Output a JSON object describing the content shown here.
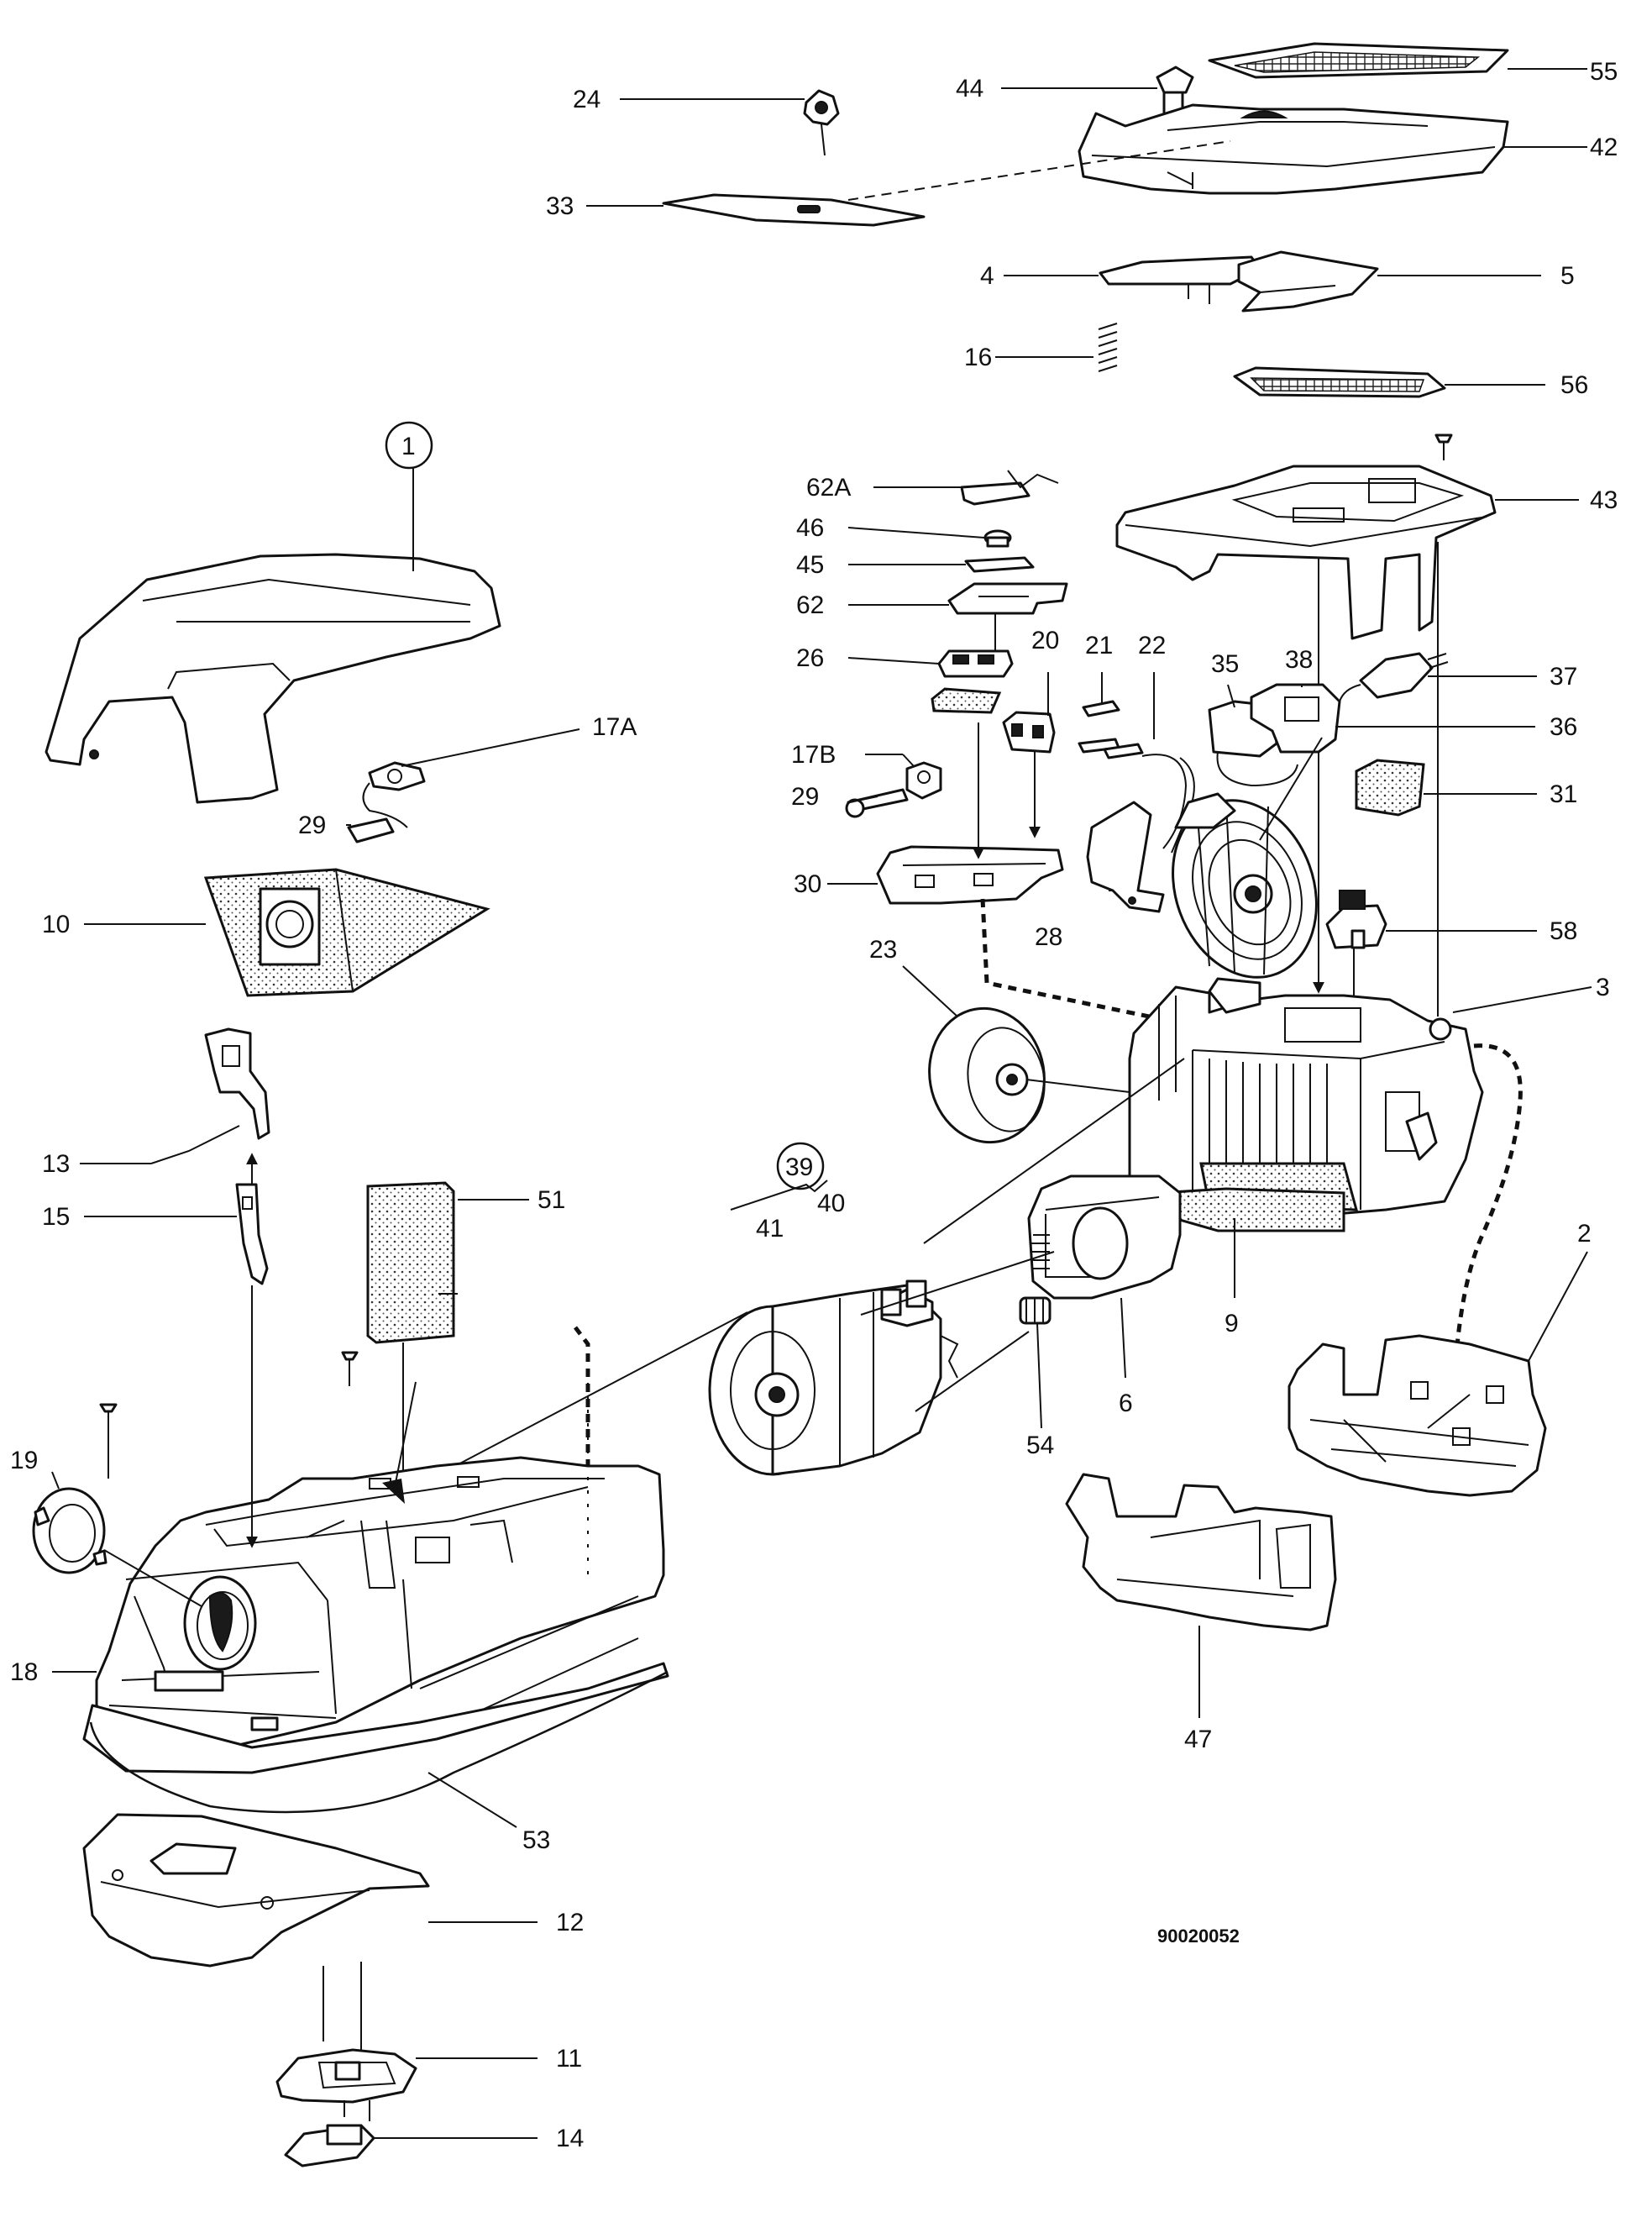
{
  "drawing_code": "90020052",
  "callouts": [
    {
      "id": "24",
      "text": "24"
    },
    {
      "id": "44",
      "text": "44"
    },
    {
      "id": "55",
      "text": "55"
    },
    {
      "id": "42",
      "text": "42"
    },
    {
      "id": "33",
      "text": "33"
    },
    {
      "id": "4",
      "text": "4"
    },
    {
      "id": "5",
      "text": "5"
    },
    {
      "id": "16",
      "text": "16"
    },
    {
      "id": "56",
      "text": "56"
    },
    {
      "id": "1",
      "text": "1"
    },
    {
      "id": "62A",
      "text": "62A"
    },
    {
      "id": "43",
      "text": "43"
    },
    {
      "id": "46",
      "text": "46"
    },
    {
      "id": "45",
      "text": "45"
    },
    {
      "id": "62",
      "text": "62"
    },
    {
      "id": "26",
      "text": "26"
    },
    {
      "id": "20",
      "text": "20"
    },
    {
      "id": "21",
      "text": "21"
    },
    {
      "id": "22",
      "text": "22"
    },
    {
      "id": "35",
      "text": "35"
    },
    {
      "id": "38",
      "text": "38"
    },
    {
      "id": "37",
      "text": "37"
    },
    {
      "id": "17A",
      "text": "17A"
    },
    {
      "id": "36",
      "text": "36"
    },
    {
      "id": "17B",
      "text": "17B"
    },
    {
      "id": "29a",
      "text": "29"
    },
    {
      "id": "29b",
      "text": "29"
    },
    {
      "id": "31",
      "text": "31"
    },
    {
      "id": "10",
      "text": "10"
    },
    {
      "id": "30",
      "text": "30"
    },
    {
      "id": "28",
      "text": "28"
    },
    {
      "id": "58",
      "text": "58"
    },
    {
      "id": "23",
      "text": "23"
    },
    {
      "id": "3",
      "text": "3"
    },
    {
      "id": "13",
      "text": "13"
    },
    {
      "id": "39",
      "text": "39"
    },
    {
      "id": "40",
      "text": "40"
    },
    {
      "id": "41",
      "text": "41"
    },
    {
      "id": "15",
      "text": "15"
    },
    {
      "id": "51",
      "text": "51"
    },
    {
      "id": "9",
      "text": "9"
    },
    {
      "id": "2",
      "text": "2"
    },
    {
      "id": "6",
      "text": "6"
    },
    {
      "id": "54",
      "text": "54"
    },
    {
      "id": "19",
      "text": "19"
    },
    {
      "id": "18",
      "text": "18"
    },
    {
      "id": "47",
      "text": "47"
    },
    {
      "id": "53",
      "text": "53"
    },
    {
      "id": "12",
      "text": "12"
    },
    {
      "id": "11",
      "text": "11"
    },
    {
      "id": "14",
      "text": "14"
    }
  ]
}
